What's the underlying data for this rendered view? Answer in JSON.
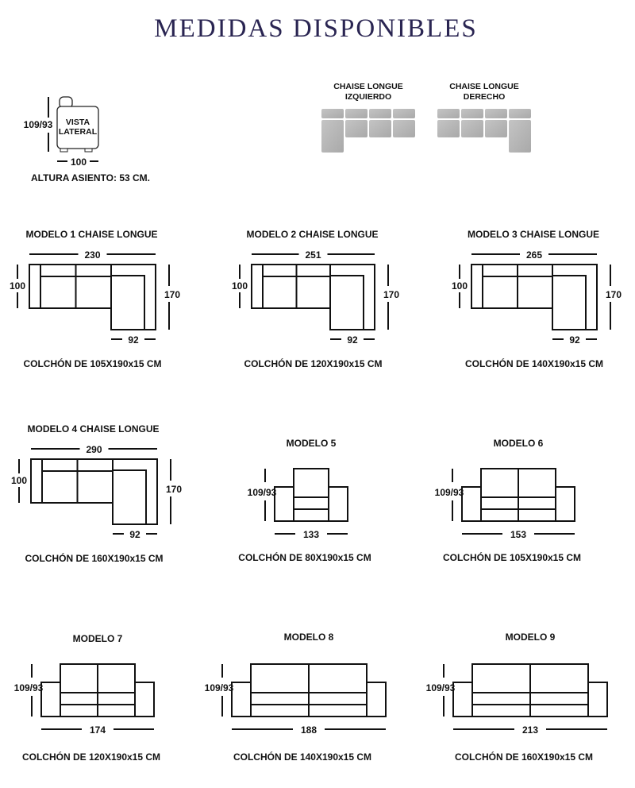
{
  "title": "MEDIDAS DISPONIBLES",
  "side_view": {
    "label_line1": "VISTA",
    "label_line2": "LATERAL",
    "height": "109/93",
    "width": "100",
    "seat_height": "ALTURA ASIENTO: 53 CM."
  },
  "orientation": {
    "left": {
      "line1": "CHAISE LONGUE",
      "line2": "IZQUIERDO"
    },
    "right": {
      "line1": "CHAISE LONGUE",
      "line2": "DERECHO"
    }
  },
  "models": [
    {
      "name": "MODELO 1 CHAISE LONGUE",
      "width": "230",
      "depth": "100",
      "chaise_depth": "170",
      "chaise_width": "92",
      "mattress": "COLCHÓN DE 105X190x15 CM"
    },
    {
      "name": "MODELO 2 CHAISE LONGUE",
      "width": "251",
      "depth": "100",
      "chaise_depth": "170",
      "chaise_width": "92",
      "mattress": "COLCHÓN DE 120X190x15 CM"
    },
    {
      "name": "MODELO 3 CHAISE LONGUE",
      "width": "265",
      "depth": "100",
      "chaise_depth": "170",
      "chaise_width": "92",
      "mattress": "COLCHÓN DE 140X190x15 CM"
    },
    {
      "name": "MODELO 4 CHAISE LONGUE",
      "width": "290",
      "depth": "100",
      "chaise_depth": "170",
      "chaise_width": "92",
      "mattress": "COLCHÓN DE 160X190x15 CM"
    },
    {
      "name": "MODELO 5",
      "width": "133",
      "height": "109/93",
      "mattress": "COLCHÓN DE 80X190x15 CM"
    },
    {
      "name": "MODELO 6",
      "width": "153",
      "height": "109/93",
      "mattress": "COLCHÓN DE 105X190x15 CM"
    },
    {
      "name": "MODELO 7",
      "width": "174",
      "height": "109/93",
      "mattress": "COLCHÓN DE 120X190x15 CM"
    },
    {
      "name": "MODELO 8",
      "width": "188",
      "height": "109/93",
      "mattress": "COLCHÓN DE 140X190x15 CM"
    },
    {
      "name": "MODELO 9",
      "width": "213",
      "height": "109/93",
      "mattress": "COLCHÓN DE 160X190x15 CM"
    }
  ]
}
